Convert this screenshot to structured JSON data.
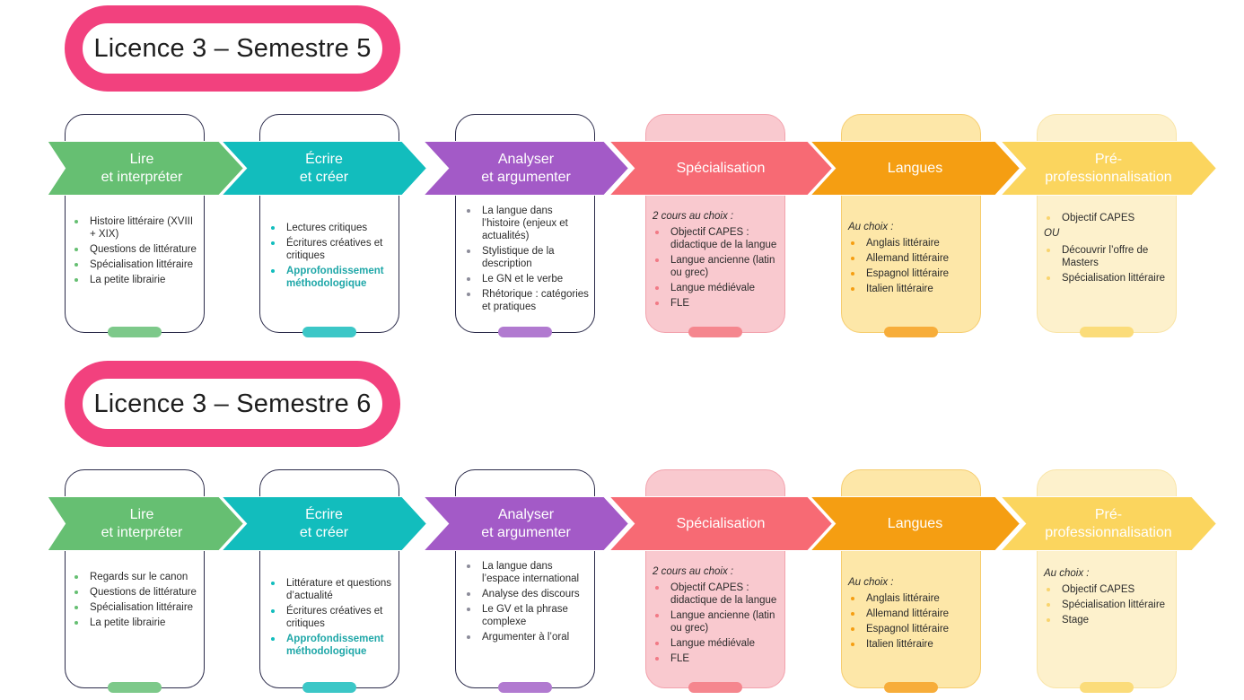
{
  "colors": {
    "title_ring": "#f2417e",
    "green": "#66bf72",
    "teal": "#12bdbd",
    "purple": "#a35ac7",
    "red": "#f76a74",
    "orange": "#f59e12",
    "yellow": "#fbd55e"
  },
  "semesters": [
    {
      "title": "Licence 3 – Semestre 5",
      "columns": [
        {
          "label": "Lire\net interpréter",
          "items": [
            "Histoire littéraire (XVIII + XIX)",
            "Questions de littérature",
            "Spécialisation littéraire",
            "La petite librairie"
          ]
        },
        {
          "label": "Écrire\net créer",
          "items": [
            "Lectures critiques",
            "Écritures créatives et critiques",
            "Approfondissement méthodologique"
          ]
        },
        {
          "label": "Analyser\net argumenter",
          "items": [
            "La langue dans l’histoire (enjeux et actualités)",
            "Stylistique de la description",
            "Le GN et le verbe",
            "Rhétorique : catégories et pratiques"
          ]
        },
        {
          "label": "Spécialisation",
          "intro": "2 cours au choix :",
          "items": [
            "Objectif CAPES : didactique de la langue",
            "Langue ancienne (latin ou grec)",
            "Langue médiévale",
            "FLE"
          ]
        },
        {
          "label": "Langues",
          "intro": "Au choix :",
          "items": [
            "Anglais littéraire",
            "Allemand littéraire",
            "Espagnol littéraire",
            "Italien littéraire"
          ]
        },
        {
          "label": "Pré-\nprofessionnalisation",
          "items": [
            "Objectif CAPES"
          ],
          "separator": "OU",
          "items_after": [
            "Découvrir l’offre de Masters",
            "Spécialisation littéraire"
          ]
        }
      ]
    },
    {
      "title": "Licence 3 – Semestre 6",
      "columns": [
        {
          "label": "Lire\net interpréter",
          "items": [
            "Regards sur le canon",
            "Questions de littérature",
            "Spécialisation littéraire",
            "La petite librairie"
          ]
        },
        {
          "label": "Écrire\net créer",
          "items": [
            "Littérature et questions d’actualité",
            "Écritures créatives et critiques",
            "Approfondissement méthodologique"
          ]
        },
        {
          "label": "Analyser\net argumenter",
          "items": [
            "La langue dans l’espace international",
            "Analyse des discours",
            "Le GV et la phrase complexe",
            "Argumenter à l’oral"
          ]
        },
        {
          "label": "Spécialisation",
          "intro": "2 cours au choix :",
          "items": [
            "Objectif CAPES : didactique de la langue",
            "Langue ancienne (latin ou grec)",
            "Langue médiévale",
            "FLE"
          ]
        },
        {
          "label": "Langues",
          "intro": "Au choix :",
          "items": [
            "Anglais littéraire",
            "Allemand littéraire",
            "Espagnol littéraire",
            "Italien littéraire"
          ]
        },
        {
          "label": "Pré-\nprofessionnalisation",
          "intro": "Au choix :",
          "items": [
            "Objectif CAPES",
            "Spécialisation littéraire",
            "Stage"
          ]
        }
      ]
    }
  ]
}
